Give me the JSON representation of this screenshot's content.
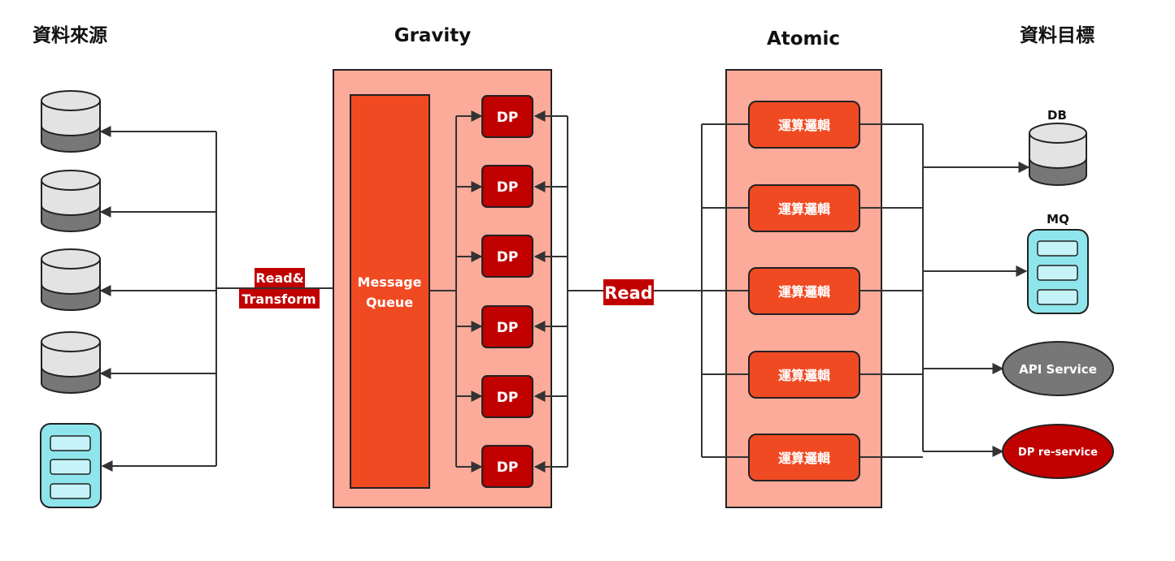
{
  "headers": {
    "sources": "資料來源",
    "gravity": "Gravity",
    "atomic": "Atomic",
    "targets": "資料目標"
  },
  "gravity": {
    "queue_line1": "Message",
    "queue_line2": "Queue",
    "dp_labels": [
      "DP",
      "DP",
      "DP",
      "DP",
      "DP",
      "DP"
    ]
  },
  "atomic": {
    "logic_labels": [
      "運算邏輯",
      "運算邏輯",
      "運算邏輯",
      "運算邏輯",
      "運算邏輯"
    ]
  },
  "edges": {
    "read_transform_line1": "Read&",
    "read_transform_line2": "Transform",
    "read": "Read"
  },
  "targets": {
    "db": "DB",
    "mq": "MQ",
    "api_service": "API Service",
    "dp_reservice": "DP re-service"
  },
  "colors": {
    "container_fill": "#fcaa9a",
    "queue_fill": "#f04a23",
    "dp_fill": "#c10000",
    "logic_fill": "#f04a23",
    "label_bg": "#c10000",
    "db_light": "#e3e3e3",
    "db_dark": "#777777",
    "mq_fill": "#8ee6ec",
    "mq_item": "#c6f3f7",
    "api_fill": "#777777"
  }
}
